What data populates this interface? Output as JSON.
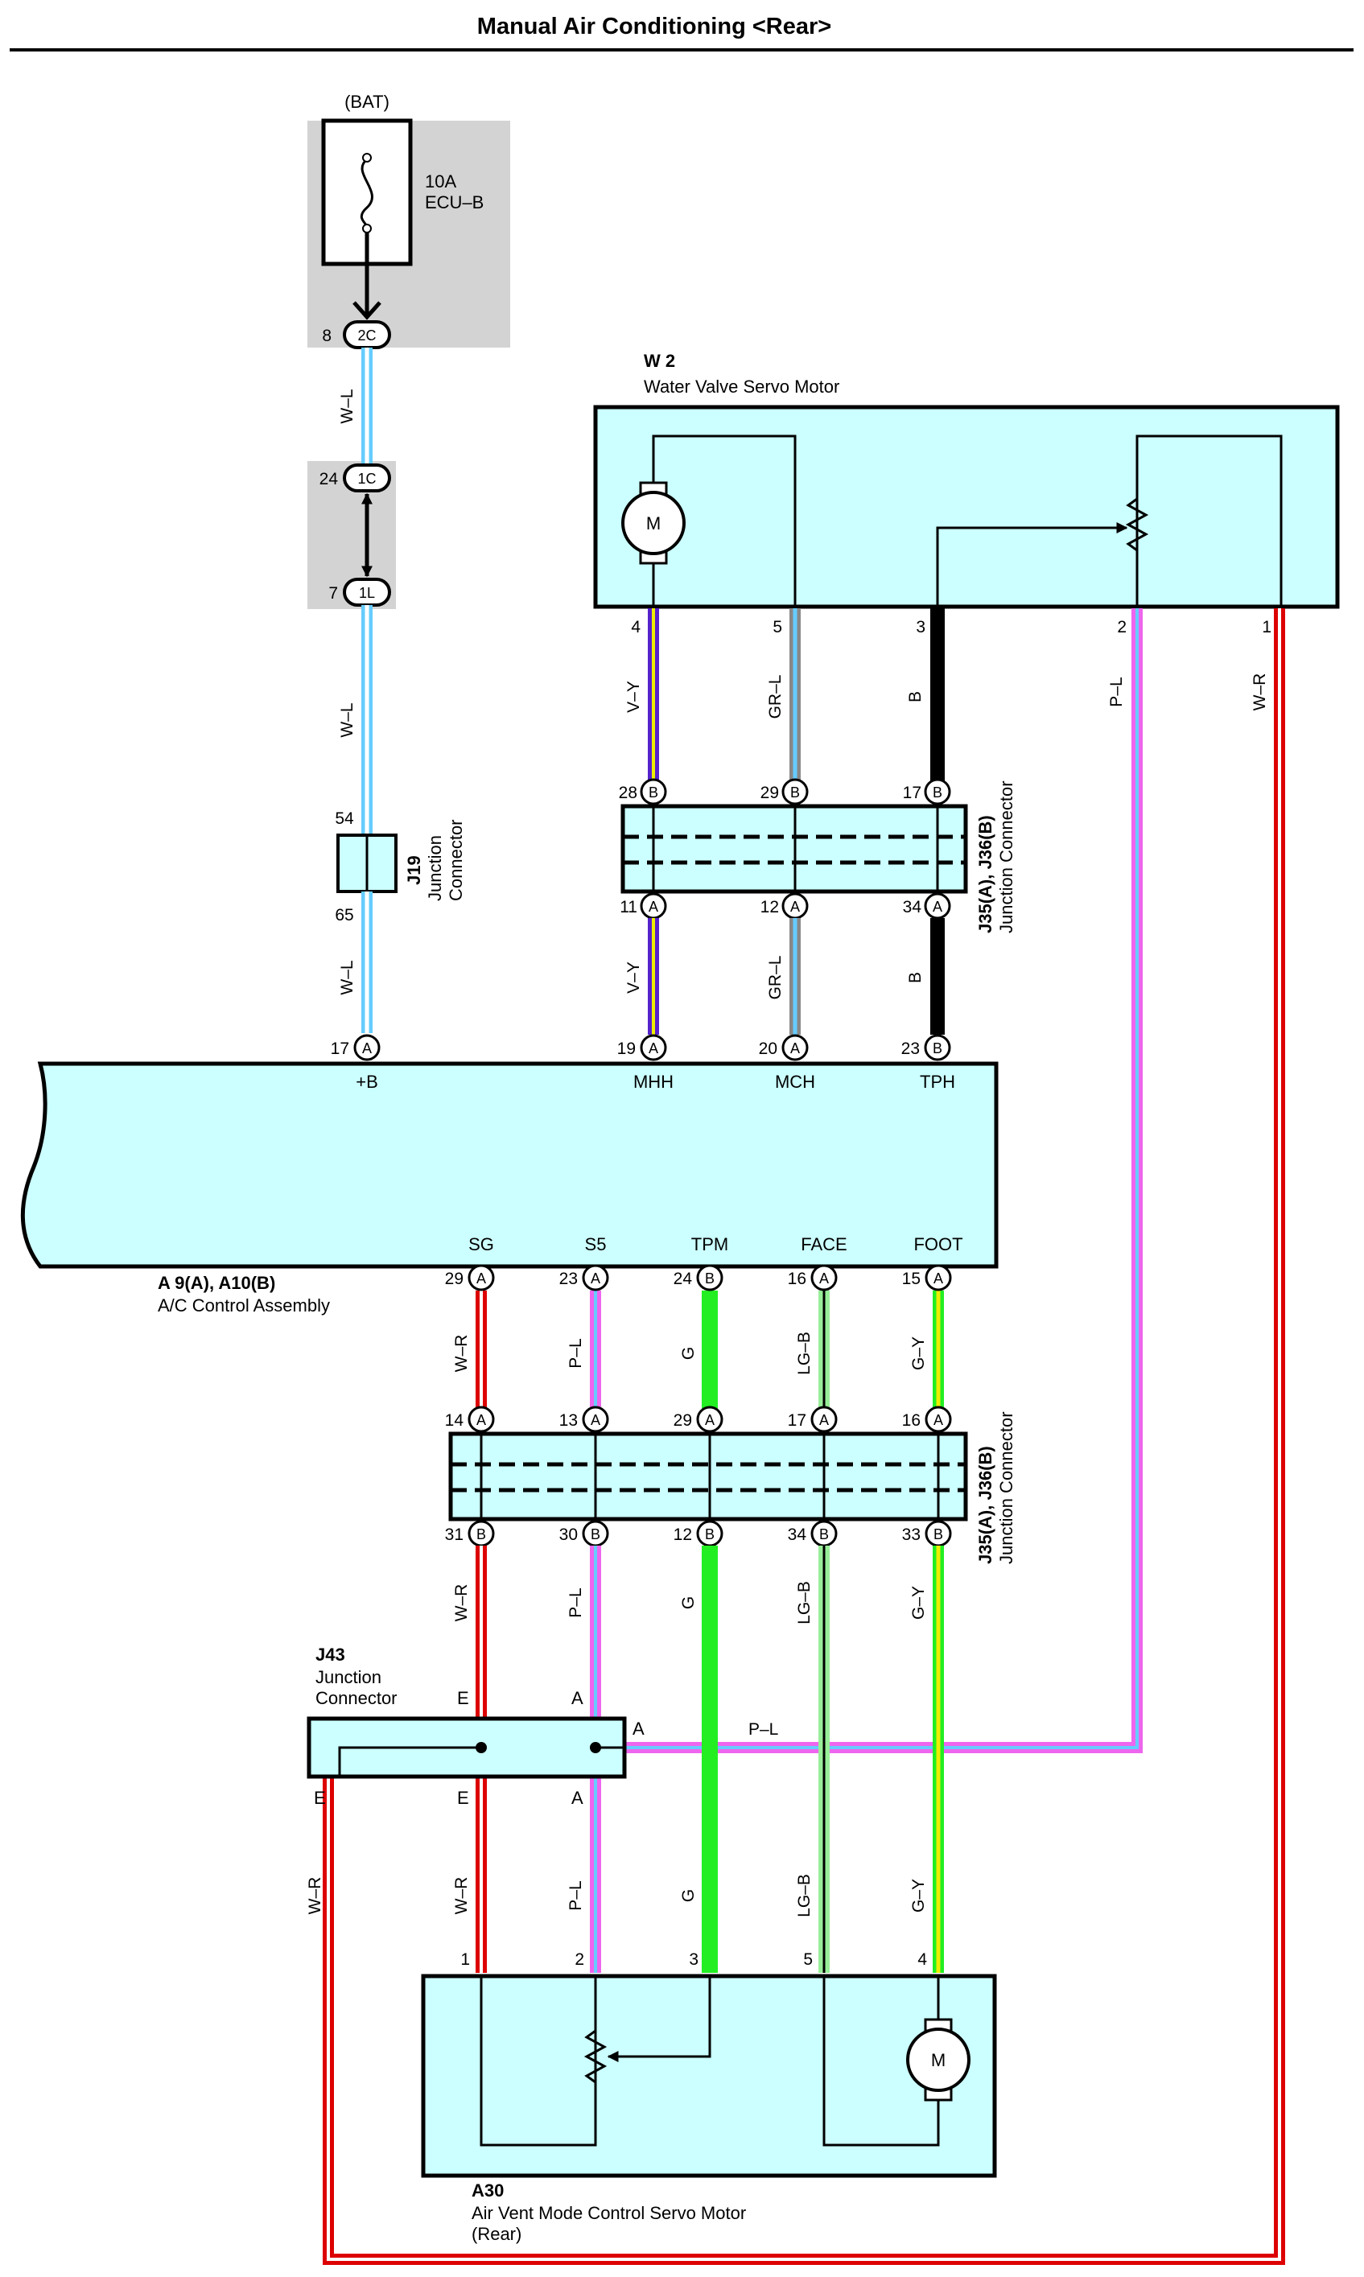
{
  "title": "Manual Air Conditioning <Rear>",
  "colors": {
    "box_fill": "#ccffff",
    "shade": "#d3d3d3",
    "wire_white": "#ffffff",
    "wire_blue": "#66ccff",
    "wire_violet": "#5522cc",
    "wire_gray": "#888888",
    "wire_black": "#000000",
    "wire_pink": "#ee66ee",
    "wire_red": "#dd0000",
    "wire_green": "#22ee22",
    "wire_lightgreen": "#99ee99",
    "wire_yellow": "#eeee00"
  },
  "power": {
    "source": "(BAT)",
    "fuse_rating": "10A",
    "fuse_name": "ECU–B",
    "conn_2c_pin": "8",
    "conn_2c": "2C",
    "conn_1c_pin": "24",
    "conn_1c": "1C",
    "conn_1l_pin": "7",
    "conn_1l": "1L"
  },
  "j19": {
    "id": "J19",
    "line1": "Junction",
    "line2": "Connector",
    "pin_top": "54",
    "pin_bottom": "65"
  },
  "w2": {
    "id": "W 2",
    "name": "Water Valve Servo Motor",
    "motor": "M",
    "pins": [
      "4",
      "5",
      "3",
      "2",
      "1"
    ]
  },
  "j35_top": {
    "id": "J35(A), J36(B)",
    "name": "Junction Connector",
    "top_pins": [
      "28",
      "29",
      "17"
    ],
    "bottom_pins": [
      "11",
      "12",
      "34"
    ]
  },
  "ac_assembly": {
    "id": "A 9(A), A10(B)",
    "name": "A/C Control Assembly",
    "top_pins": [
      {
        "num": "17",
        "conn": "A",
        "term": "+B"
      },
      {
        "num": "19",
        "conn": "A",
        "term": "MHH"
      },
      {
        "num": "20",
        "conn": "A",
        "term": "MCH"
      },
      {
        "num": "23",
        "conn": "B",
        "term": "TPH"
      }
    ],
    "bottom_pins": [
      {
        "num": "29",
        "conn": "A",
        "term": "SG"
      },
      {
        "num": "23",
        "conn": "A",
        "term": "S5"
      },
      {
        "num": "24",
        "conn": "B",
        "term": "TPM"
      },
      {
        "num": "16",
        "conn": "A",
        "term": "FACE"
      },
      {
        "num": "15",
        "conn": "A",
        "term": "FOOT"
      }
    ]
  },
  "j35_bottom": {
    "id": "J35(A), J36(B)",
    "name": "Junction Connector",
    "top_pins": [
      {
        "num": "14",
        "conn": "A"
      },
      {
        "num": "13",
        "conn": "A"
      },
      {
        "num": "29",
        "conn": "A"
      },
      {
        "num": "17",
        "conn": "A"
      },
      {
        "num": "16",
        "conn": "A"
      }
    ],
    "bottom_pins": [
      {
        "num": "31",
        "conn": "B"
      },
      {
        "num": "30",
        "conn": "B"
      },
      {
        "num": "12",
        "conn": "B"
      },
      {
        "num": "34",
        "conn": "B"
      },
      {
        "num": "33",
        "conn": "B"
      }
    ]
  },
  "j43": {
    "id": "J43",
    "line1": "Junction",
    "line2": "Connector",
    "term_e": "E",
    "term_a": "A"
  },
  "a30": {
    "id": "A30",
    "line1": "Air Vent Mode Control Servo Motor",
    "line2": "(Rear)",
    "motor": "M",
    "pins": [
      "1",
      "2",
      "3",
      "5",
      "4"
    ]
  },
  "wire_labels": {
    "wl": "W–L",
    "vy": "V–Y",
    "grl": "GR–L",
    "b": "B",
    "pl": "P–L",
    "wr": "W–R",
    "g": "G",
    "lgb": "LG–B",
    "gy": "G–Y"
  }
}
